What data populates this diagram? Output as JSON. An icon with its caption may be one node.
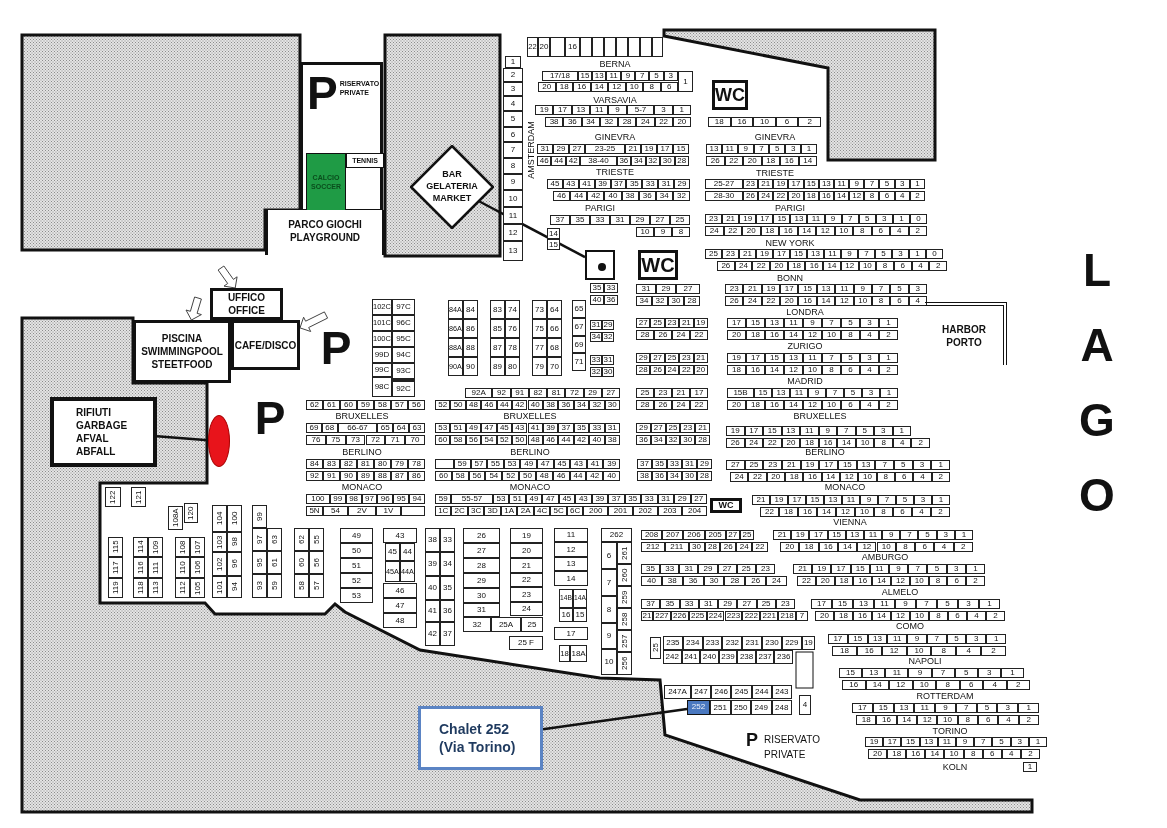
{
  "diagram": {
    "nodes": [
      {
        "text": [
          "P",
          "RISERVATO PRIVATE"
        ]
      },
      {
        "text": [
          "CALCIO SOCCER"
        ],
        "in": 0
      },
      {
        "text": [
          "TENNIS"
        ],
        "in": 0
      },
      {
        "text": [
          "PARCO GIOCHI PLAYGROUND"
        ]
      },
      {
        "text": [
          "BAR GELATERIA MARKET"
        ]
      },
      {
        "text": [],
        "shape": "box"
      },
      {
        "text": [
          "WC"
        ]
      },
      {
        "text": [
          "WC"
        ]
      },
      {
        "text": [
          "UFFICO OFFICE"
        ]
      },
      {
        "text": [
          "PISCINA SWIMMINGPOOL STEETFOOD"
        ]
      },
      {
        "text": [
          "CAFE/DISCO"
        ]
      },
      {
        "text": [
          "RIFIUTI GARBAGE AFVAL ABFALL"
        ]
      },
      {
        "text": [],
        "shape": "ellipse"
      },
      {
        "text": [
          "HARBOR PORTO"
        ]
      },
      {
        "text": [
          "WC"
        ]
      },
      {
        "text": [
          "Chalet 252 (Via Torino)"
        ]
      },
      {
        "text": [
          "252"
        ]
      }
    ],
    "edges": [
      {
        "from": 4,
        "to": 5,
        "arrow": "none"
      },
      {
        "from": 11,
        "to": 12,
        "arrow": "none"
      },
      {
        "from": 15,
        "to": 16,
        "arrow": "none"
      },
      {
        "from": null,
        "to": 8,
        "arrow": "to"
      },
      {
        "from": null,
        "to": 9,
        "arrow": "to"
      },
      {
        "from": null,
        "to": 10,
        "arrow": "to"
      }
    ],
    "labels": [
      "22",
      "20",
      "16",
      "1",
      "2",
      "3",
      "4",
      "5",
      "6",
      "7",
      "8",
      "9",
      "10",
      "11",
      "12",
      "13",
      "AMSTERDAM",
      "BERNA",
      "17/18",
      "15",
      "13",
      "11",
      "9",
      "7",
      "5",
      "3",
      "1",
      "20",
      "18",
      "16",
      "14",
      "12",
      "10",
      "8",
      "6",
      "VARSAVIA",
      "19",
      "17",
      "13",
      "11",
      "9",
      "5-7",
      "3",
      "1",
      "38",
      "36",
      "34",
      "32",
      "28",
      "24",
      "22",
      "20",
      "18",
      "16",
      "10",
      "6",
      "2",
      "GINEVRA",
      "GINEVRA",
      "31",
      "29",
      "27",
      "23-25",
      "21",
      "19",
      "17",
      "15",
      "46",
      "44",
      "42",
      "38-40",
      "36",
      "34",
      "32",
      "30",
      "28",
      "13",
      "11",
      "9",
      "7",
      "5",
      "3",
      "1",
      "26",
      "22",
      "20",
      "18",
      "16",
      "14",
      "TRIESTE",
      "TRIESTE",
      "45",
      "43",
      "41",
      "39",
      "37",
      "35",
      "33",
      "31",
      "29",
      "46",
      "44",
      "42",
      "40",
      "38",
      "36",
      "34",
      "32",
      "25-27",
      "23",
      "21",
      "19",
      "17",
      "15",
      "13",
      "11",
      "9",
      "7",
      "5",
      "3",
      "1",
      "28-30",
      "26",
      "24",
      "22",
      "20",
      "18",
      "16",
      "14",
      "12",
      "8",
      "6",
      "4",
      "2",
      "PARIGI",
      "PARIGI",
      "37",
      "35",
      "33",
      "31",
      "29",
      "27",
      "25",
      "14",
      "15",
      "10",
      "9",
      "8",
      "23",
      "21",
      "19",
      "17",
      "15",
      "13",
      "11",
      "9",
      "7",
      "5",
      "3",
      "1",
      "0",
      "24",
      "22",
      "20",
      "18",
      "16",
      "14",
      "12",
      "10",
      "8",
      "6",
      "4",
      "2",
      "NEW YORK",
      "25",
      "23",
      "21",
      "19",
      "17",
      "15",
      "13",
      "11",
      "9",
      "7",
      "5",
      "3",
      "1",
      "0",
      "26",
      "24",
      "22",
      "20",
      "18",
      "16",
      "14",
      "12",
      "10",
      "8",
      "6",
      "4",
      "2",
      "BONN",
      "23",
      "21",
      "19",
      "17",
      "15",
      "13",
      "11",
      "9",
      "7",
      "5",
      "3",
      "26",
      "24",
      "22",
      "20",
      "16",
      "14",
      "12",
      "10",
      "8",
      "6",
      "4",
      "35",
      "33",
      "40",
      "36",
      "31",
      "29",
      "27",
      "34",
      "32",
      "30",
      "28",
      "LONDRA",
      "17",
      "15",
      "13",
      "11",
      "9",
      "7",
      "5",
      "3",
      "1",
      "20",
      "18",
      "16",
      "14",
      "12",
      "10",
      "8",
      "4",
      "2",
      "ZURIGO",
      "19",
      "17",
      "15",
      "13",
      "11",
      "7",
      "5",
      "3",
      "1",
      "18",
      "16",
      "14",
      "12",
      "10",
      "8",
      "6",
      "4",
      "2",
      "MADRID",
      "15B",
      "15",
      "13",
      "11",
      "9",
      "7",
      "5",
      "3",
      "1",
      "20",
      "18",
      "16",
      "14",
      "12",
      "10",
      "6",
      "4",
      "2",
      "102C",
      "101C",
      "100C",
      "99D",
      "99C",
      "98C",
      "97C",
      "96C",
      "95C",
      "94C",
      "93C",
      "92C",
      "62",
      "61",
      "60",
      "59",
      "58",
      "57",
      "56",
      "84A",
      "86A",
      "88A",
      "90A",
      "84",
      "86",
      "88",
      "90",
      "83",
      "85",
      "87",
      "89",
      "74",
      "76",
      "78",
      "80",
      "73",
      "75",
      "77",
      "79",
      "64",
      "66",
      "68",
      "70",
      "65",
      "67",
      "69",
      "71",
      "31",
      "29",
      "34",
      "32",
      "33",
      "31",
      "32",
      "30",
      "27",
      "25",
      "23",
      "21",
      "19",
      "28",
      "26",
      "24",
      "22",
      "29",
      "27",
      "25",
      "23",
      "21",
      "28",
      "26",
      "24",
      "22",
      "20",
      "25",
      "23",
      "21",
      "17",
      "28",
      "26",
      "24",
      "22",
      "92A",
      "92",
      "91",
      "82",
      "81",
      "72",
      "29",
      "27",
      "52",
      "50",
      "48",
      "46",
      "44",
      "42",
      "40",
      "38",
      "36",
      "34",
      "32",
      "30",
      "BRUXELLES",
      "BRUXELLES",
      "BRUXELLES",
      "69",
      "68",
      "66-67",
      "65",
      "64",
      "63",
      "76",
      "75",
      "73",
      "72",
      "71",
      "70",
      "53",
      "51",
      "49",
      "47",
      "45",
      "43",
      "41",
      "39",
      "37",
      "35",
      "33",
      "31",
      "60",
      "58",
      "56",
      "54",
      "52",
      "50",
      "48",
      "46",
      "44",
      "42",
      "40",
      "38",
      "29",
      "27",
      "25",
      "23",
      "21",
      "36",
      "34",
      "32",
      "30",
      "28",
      "19",
      "17",
      "15",
      "13",
      "11",
      "9",
      "7",
      "5",
      "3",
      "1",
      "26",
      "24",
      "22",
      "20",
      "18",
      "16",
      "14",
      "10",
      "8",
      "4",
      "2",
      "BERLINO",
      "BERLINO",
      "BERLINO",
      "84",
      "83",
      "82",
      "81",
      "80",
      "79",
      "78",
      "92",
      "91",
      "90",
      "89",
      "88",
      "87",
      "86",
      "59",
      "57",
      "55",
      "53",
      "49",
      "47",
      "45",
      "43",
      "41",
      "39",
      "60",
      "58",
      "56",
      "54",
      "52",
      "50",
      "48",
      "46",
      "44",
      "42",
      "40",
      "37",
      "35",
      "33",
      "31",
      "29",
      "38",
      "36",
      "34",
      "30",
      "28",
      "27",
      "25",
      "23",
      "21",
      "19",
      "17",
      "15",
      "13",
      "7",
      "5",
      "3",
      "1",
      "24",
      "22",
      "20",
      "18",
      "16",
      "14",
      "12",
      "10",
      "8",
      "6",
      "4",
      "2",
      "MONACO",
      "MONACO",
      "MONACO",
      "100",
      "99",
      "98",
      "97",
      "96",
      "95",
      "94",
      "5N",
      "54",
      "2V",
      "1V",
      "59",
      "55-57",
      "53",
      "51",
      "49",
      "47",
      "45",
      "43",
      "39",
      "37",
      "35",
      "33",
      "31",
      "29",
      "27",
      "1C",
      "2C",
      "3C",
      "3D",
      "1A",
      "2A",
      "4C",
      "5C",
      "6C",
      "200",
      "201",
      "202",
      "203",
      "204",
      "21",
      "19",
      "17",
      "15",
      "13",
      "11",
      "9",
      "7",
      "5",
      "3",
      "1",
      "22",
      "18",
      "16",
      "14",
      "12",
      "10",
      "8",
      "6",
      "4",
      "2",
      "VIENNA",
      "21",
      "19",
      "17",
      "15",
      "13",
      "11",
      "9",
      "7",
      "5",
      "3",
      "1",
      "20",
      "18",
      "16",
      "14",
      "12",
      "10",
      "8",
      "6",
      "4",
      "2",
      "AMBURGO",
      "21",
      "19",
      "17",
      "15",
      "11",
      "9",
      "7",
      "5",
      "3",
      "1",
      "22",
      "20",
      "18",
      "16",
      "14",
      "12",
      "10",
      "8",
      "6",
      "2",
      "ALMELO",
      "17",
      "15",
      "13",
      "11",
      "9",
      "7",
      "5",
      "3",
      "1",
      "20",
      "18",
      "16",
      "14",
      "12",
      "10",
      "8",
      "6",
      "4",
      "2",
      "COMO",
      "17",
      "15",
      "13",
      "11",
      "9",
      "7",
      "5",
      "3",
      "1",
      "18",
      "16",
      "12",
      "10",
      "8",
      "4",
      "2",
      "NAPOLI",
      "15",
      "13",
      "11",
      "9",
      "7",
      "5",
      "3",
      "1",
      "16",
      "14",
      "12",
      "10",
      "8",
      "6",
      "4",
      "2",
      "ROTTERDAM",
      "17",
      "15",
      "13",
      "11",
      "9",
      "7",
      "5",
      "3",
      "1",
      "18",
      "16",
      "14",
      "12",
      "10",
      "8",
      "6",
      "4",
      "2",
      "TORINO",
      "19",
      "17",
      "15",
      "13",
      "11",
      "9",
      "7",
      "5",
      "3",
      "1",
      "20",
      "18",
      "16",
      "14",
      "10",
      "8",
      "6",
      "4",
      "2",
      "KOLN",
      "1",
      "122",
      "121",
      "108A",
      "120",
      "115",
      "117",
      "119",
      "114",
      "116",
      "118",
      "109",
      "111",
      "113",
      "108",
      "110",
      "112",
      "107",
      "106",
      "105",
      "104",
      "103",
      "102",
      "101",
      "100",
      "98",
      "96",
      "94",
      "99",
      "97",
      "95",
      "93",
      "63",
      "61",
      "59",
      "62",
      "60",
      "58",
      "55",
      "56",
      "57",
      "49",
      "50",
      "51",
      "52",
      "53",
      "43",
      "45",
      "44",
      "45A",
      "44A",
      "46",
      "47",
      "48",
      "38",
      "39",
      "40",
      "41",
      "42",
      "33",
      "34",
      "35",
      "36",
      "37",
      "26",
      "27",
      "28",
      "29",
      "30",
      "31",
      "32",
      "25A",
      "25",
      "19",
      "20",
      "21",
      "22",
      "23",
      "24",
      "25 F",
      "11",
      "12",
      "13",
      "14",
      "14B",
      "14A",
      "16",
      "15",
      "17",
      "18",
      "18A",
      "262",
      "6",
      "7",
      "8",
      "9",
      "10",
      "261",
      "260",
      "259",
      "258",
      "257",
      "256",
      "208",
      "207",
      "206",
      "205",
      "27",
      "25",
      "212",
      "211",
      "30",
      "28",
      "26",
      "24",
      "22",
      "35",
      "33",
      "31",
      "29",
      "27",
      "25",
      "23",
      "40",
      "38",
      "36",
      "30",
      "28",
      "26",
      "24",
      "37",
      "35",
      "33",
      "31",
      "29",
      "27",
      "25",
      "23",
      "21",
      "227",
      "226",
      "225",
      "224",
      "223",
      "222",
      "221",
      "218",
      "7",
      "25",
      "235",
      "234",
      "233",
      "232",
      "231",
      "230",
      "229",
      "19",
      "242",
      "241",
      "240",
      "239",
      "238",
      "237",
      "236",
      "247A",
      "247",
      "246",
      "245",
      "244",
      "243",
      "251",
      "250",
      "249",
      "248",
      "4",
      "P",
      "RISERVATO PRIVATE",
      "P",
      "P",
      "L",
      "A",
      "G",
      "O"
    ]
  }
}
